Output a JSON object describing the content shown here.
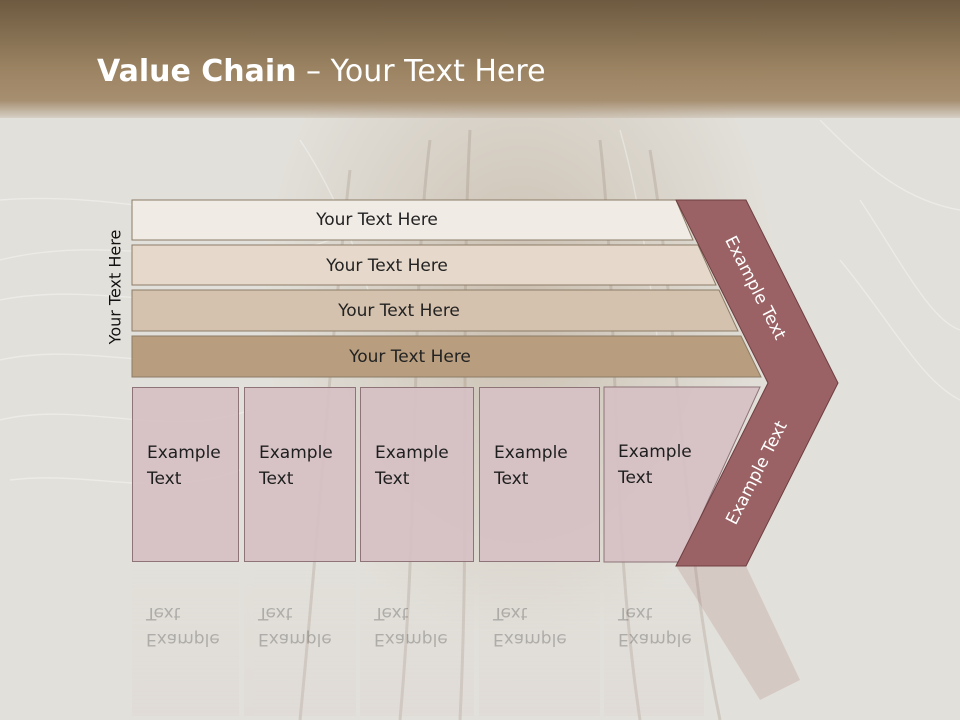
{
  "title": {
    "bold": "Value Chain",
    "rest": " – Your Text Here"
  },
  "side_label": "Your Text Here",
  "bars": [
    {
      "label": "Your Text Here"
    },
    {
      "label": "Your Text Here"
    },
    {
      "label": "Your Text Here"
    },
    {
      "label": "Your Text Here"
    }
  ],
  "boxes": [
    {
      "label": "Example\nText"
    },
    {
      "label": "Example\nText"
    },
    {
      "label": "Example\nText"
    },
    {
      "label": "Example\nText"
    },
    {
      "label": "Example\nText"
    }
  ],
  "arrow": {
    "upper_label": "Example Text",
    "lower_label": "Example Text"
  },
  "colors": {
    "header": "#8f775a",
    "bar1": "#f0ebe5",
    "bar2": "#e6d9cc",
    "bar3": "#d5c2ae",
    "bar4": "#b89e7e",
    "box": "#d6c0c4",
    "arrow": "#9a6264"
  }
}
